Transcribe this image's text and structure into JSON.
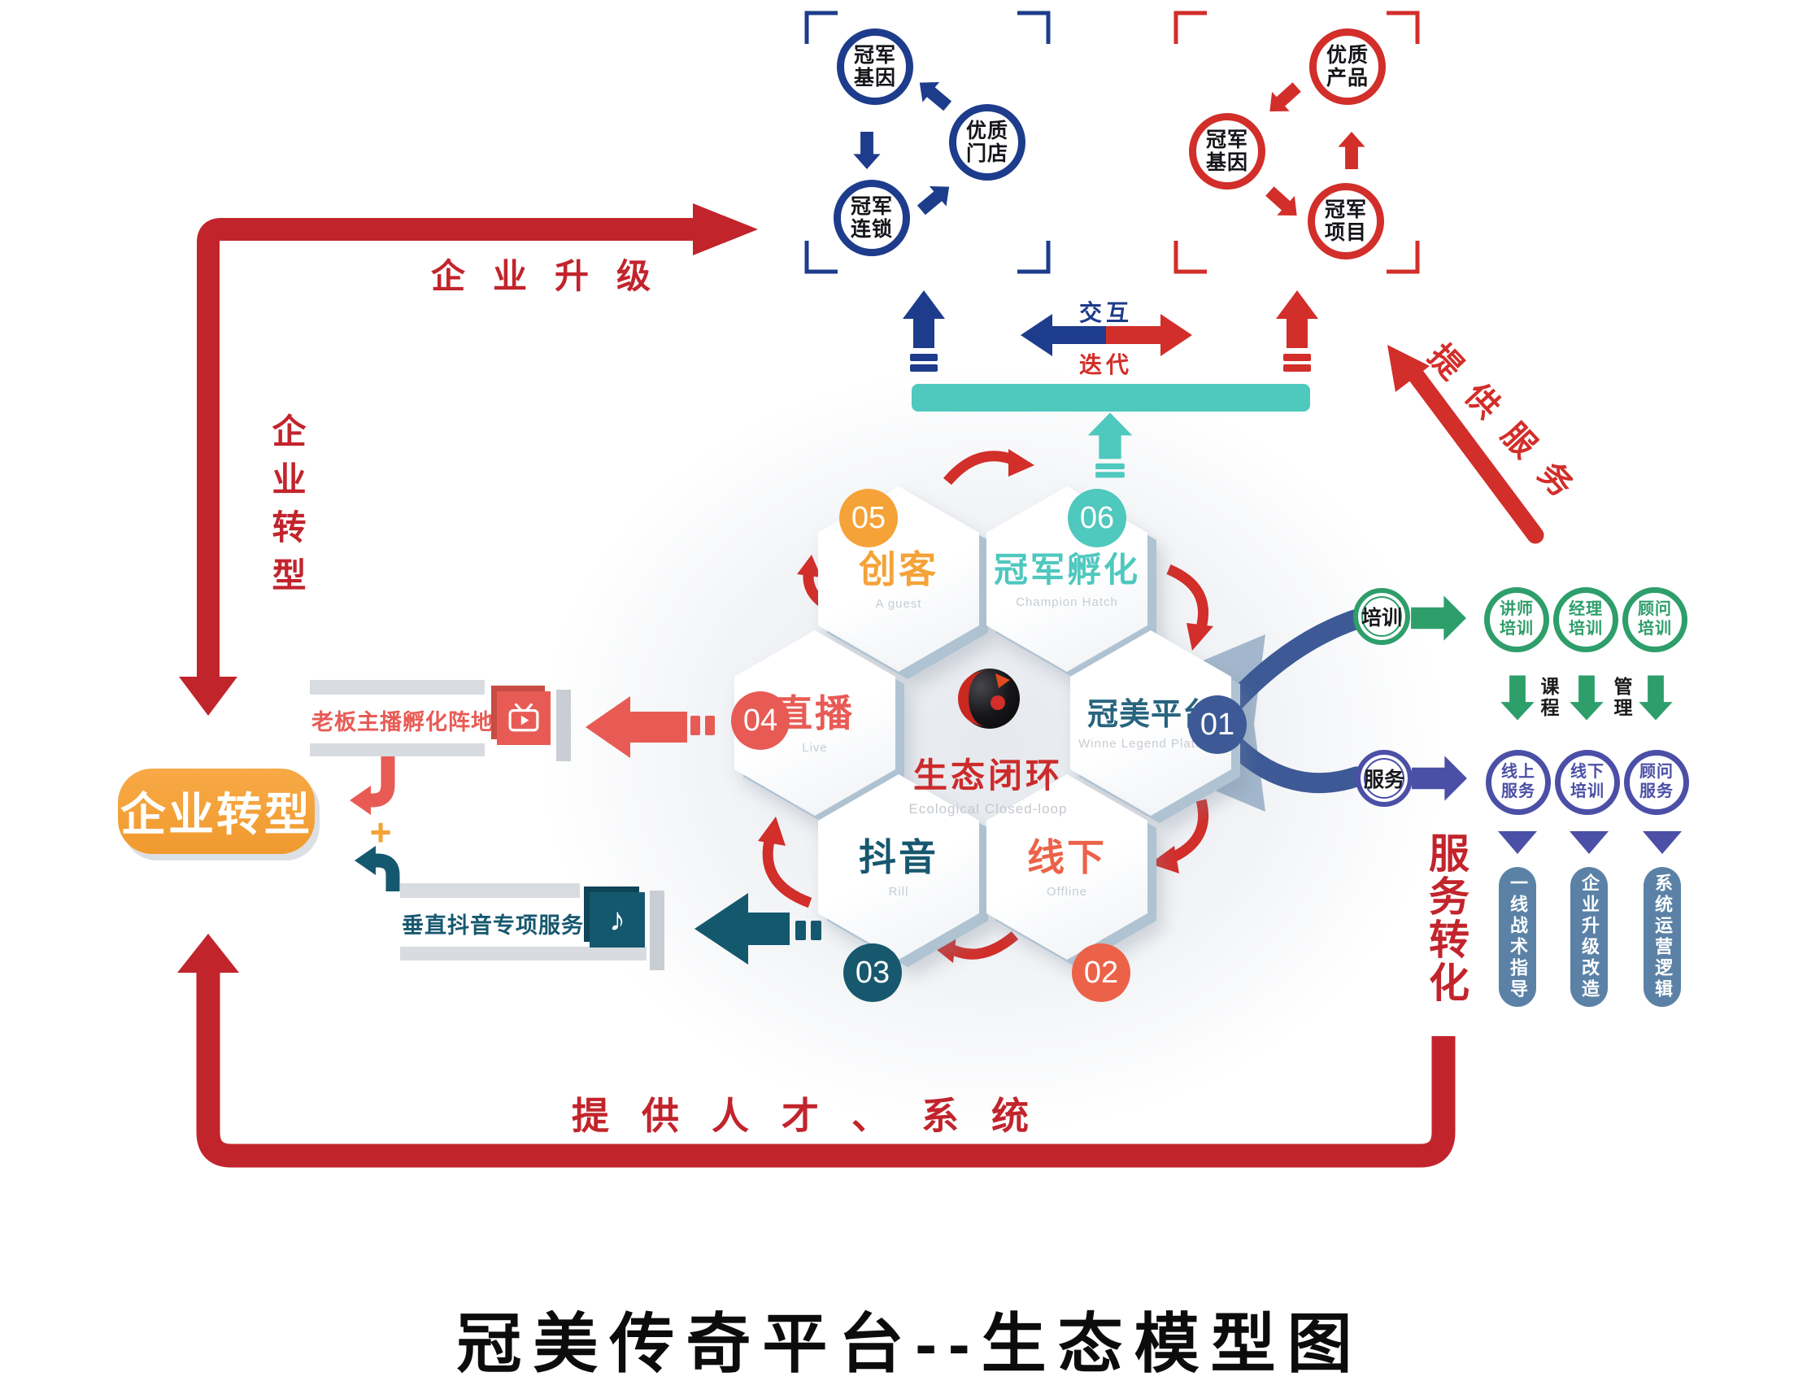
{
  "title": "冠美传奇平台--生态模型图",
  "colors": {
    "deep_red": "#C2242C",
    "bright_red": "#D22E2A",
    "coral": "#E85B55",
    "deep_blue": "#1E3C8C",
    "teal": "#4FC8BE",
    "dark_teal": "#14586E",
    "orange": "#F5A238",
    "orange_red": "#EC6248",
    "green": "#2E9E6B",
    "purple": "#4B4FA6",
    "steel_blue": "#5B82A6",
    "navy": "#3D5A96"
  },
  "top_left_cycle": {
    "nodes": [
      "冠军\n基因",
      "优质\n门店",
      "冠军\n连锁"
    ]
  },
  "top_right_cycle": {
    "nodes": [
      "优质\n产品",
      "冠军\n基因",
      "冠军\n项目"
    ]
  },
  "exchange": {
    "top_label": "交互",
    "bottom_label": "迭代"
  },
  "hexagons": [
    {
      "num": "05",
      "label": "创客",
      "sub": "A guest"
    },
    {
      "num": "06",
      "label": "冠军孵化",
      "sub": "Champion Hatch"
    },
    {
      "num": "04",
      "label": "直播",
      "sub": "Live"
    },
    {
      "num": "01",
      "label": "冠美平台",
      "sub": "Winne Legend Platform"
    },
    {
      "num": "03",
      "label": "抖音",
      "sub": "Rill"
    },
    {
      "num": "02",
      "label": "线下",
      "sub": "Offline"
    }
  ],
  "center_core": {
    "label": "生态闭环",
    "sub": "Ecological  Closed-loop"
  },
  "training_branch": {
    "hub": "培训",
    "nodes": [
      "讲师\n培训",
      "经理\n培训",
      "顾问\n培训"
    ],
    "col_labels": [
      "课程",
      "管理"
    ]
  },
  "service_branch": {
    "hub": "服务",
    "nodes": [
      "线上\n服务",
      "线下\n培训",
      "顾问\n服务"
    ],
    "pills": [
      "一线战术指导",
      "企业升级改造",
      "系统运营逻辑"
    ]
  },
  "left_flow": {
    "upgrade_label": "企业升级",
    "transform_vertical_label": "企业转型",
    "transform_button": "企业转型",
    "anchor_banner": "老板主播孵化阵地",
    "tiktok_banner": "垂直抖音专项服务",
    "plus": "+"
  },
  "bottom_flow": {
    "talent_label": "提供人才、系统",
    "service_transform_label": "服务转化",
    "provide_service_label": "提供服务"
  },
  "icons": {
    "music_note": "♪"
  }
}
